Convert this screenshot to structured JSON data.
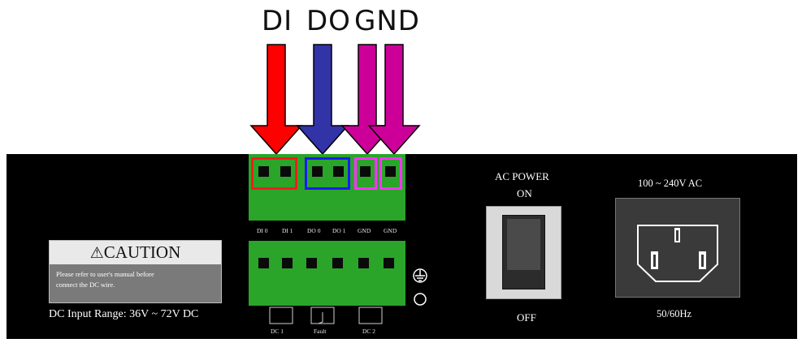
{
  "labels": {
    "di": "DI",
    "do": "DO",
    "gnd": "GND"
  },
  "terminal": {
    "top_labels": [
      "DI 0",
      "DI 1",
      "DO 0",
      "DO 1",
      "GND",
      "GND"
    ],
    "bottom_labels": [
      "DC 1",
      "Fault",
      "DC 2"
    ]
  },
  "caution": {
    "title": "CAUTION",
    "line1": "Please refer to user's manual before",
    "line2": "connect the DC wire."
  },
  "dc_range": "DC Input Range: 36V ~ 72V DC",
  "switch": {
    "title1": "AC POWER",
    "title2": "ON",
    "off": "OFF"
  },
  "inlet": {
    "voltage": "100 ~ 240V AC",
    "freq": "50/60Hz"
  },
  "colors": {
    "di": "#ff0000",
    "do": "#3333a8",
    "gnd": "#cc0099",
    "terminal_green": "#2aa52a"
  }
}
